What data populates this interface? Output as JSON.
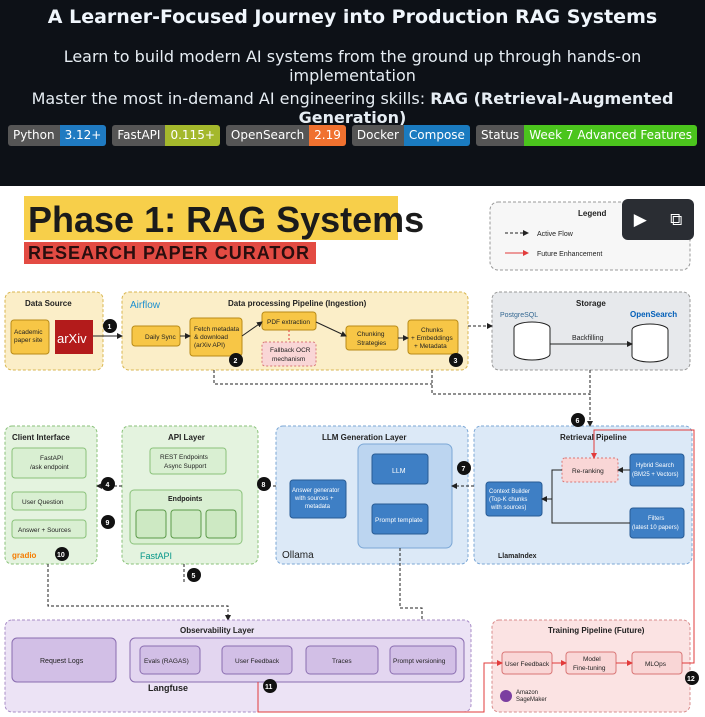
{
  "header": {
    "title": "A Learner-Focused Journey into Production RAG Systems",
    "subtitle": "Learn to build modern AI systems from the ground up through hands-on implementation",
    "skills_prefix": "Master the most in-demand AI engineering skills: ",
    "skills_bold": "RAG (Retrieval-Augmented Generation)"
  },
  "badges": [
    {
      "key": "Python",
      "value": "3.12+",
      "color": "#1f7ac1"
    },
    {
      "key": "FastAPI",
      "value": "0.115+",
      "color": "#a4b82c"
    },
    {
      "key": "OpenSearch",
      "value": "2.19",
      "color": "#f0712f"
    },
    {
      "key": "Docker",
      "value": "Compose",
      "color": "#1a7bc0"
    },
    {
      "key": "Status",
      "value": "Week 7 Advanced Features",
      "color": "#4bc51d"
    }
  ],
  "diagram": {
    "phase_title": "Phase 1: RAG Systems",
    "phase_subtitle": "RESEARCH PAPER CURATOR",
    "legend": {
      "title": "Legend",
      "active": "Active Flow",
      "future": "Future Enhancement"
    },
    "data_source": {
      "title": "Data Source",
      "academic": [
        "Academic",
        "paper site"
      ],
      "arxiv": "arXiv"
    },
    "pipeline": {
      "title": "Data processing Pipeline (Ingestion)",
      "airflow": "Airflow",
      "daily_sync": "Daily Sync",
      "fetch": [
        "Fetch metadata",
        "& download",
        "(arXiv API)"
      ],
      "pdf": "PDF extraction",
      "fallback": [
        "Fallback OCR",
        "mechanism"
      ],
      "chunking": [
        "Chunking",
        "Strategies"
      ],
      "chunks": [
        "Chunks",
        "+ Embeddings",
        "+ Metadata"
      ]
    },
    "storage": {
      "title": "Storage",
      "postgres": "PostgreSQL",
      "opensearch": "OpenSearch",
      "backfilling": "Backfilling"
    },
    "client": {
      "title": "Client Interface",
      "fastapi_endpoint": [
        "FastAPI",
        "/ask endpoint"
      ],
      "question": "User Question",
      "answer": "Answer + Sources",
      "gradio": "gradio"
    },
    "api": {
      "title": "API Layer",
      "rest": [
        "REST Endpoints",
        "Async Support"
      ],
      "endpoints": "Endpoints",
      "fastapi": "FastAPI"
    },
    "llm": {
      "title": "LLM Generation Layer",
      "answer_gen": [
        "Answer generator",
        "with sources +",
        "metadata"
      ],
      "llm": "LLM",
      "prompt": "Prompt template",
      "ollama": "Ollama"
    },
    "retrieval": {
      "title": "Retrieval Pipeline",
      "reranking": "Re-ranking",
      "hybrid": [
        "Hybrid Search",
        "(BM25 + Vectors)"
      ],
      "context": [
        "Context Builder",
        "(Top-K chunks",
        "with sources)"
      ],
      "filters": [
        "Filters",
        "(latest 10 papers)"
      ],
      "llamaindex": "LlamaIndex"
    },
    "observability": {
      "title": "Observability Layer",
      "items": [
        "Request Logs",
        "Evals (RAGAS)",
        "User Feedback",
        "Traces",
        "Prompt versioning"
      ],
      "langfuse": "Langfuse"
    },
    "training": {
      "title": "Training Pipeline (Future)",
      "feedback": "User Feedback",
      "model": [
        "Model",
        "Fine-tuning"
      ],
      "mlops": "MLOps",
      "sagemaker": [
        "Amazon",
        "SageMaker"
      ]
    },
    "steps": [
      "1",
      "2",
      "3",
      "4",
      "5",
      "6",
      "7",
      "8",
      "9",
      "10",
      "11",
      "12"
    ]
  }
}
